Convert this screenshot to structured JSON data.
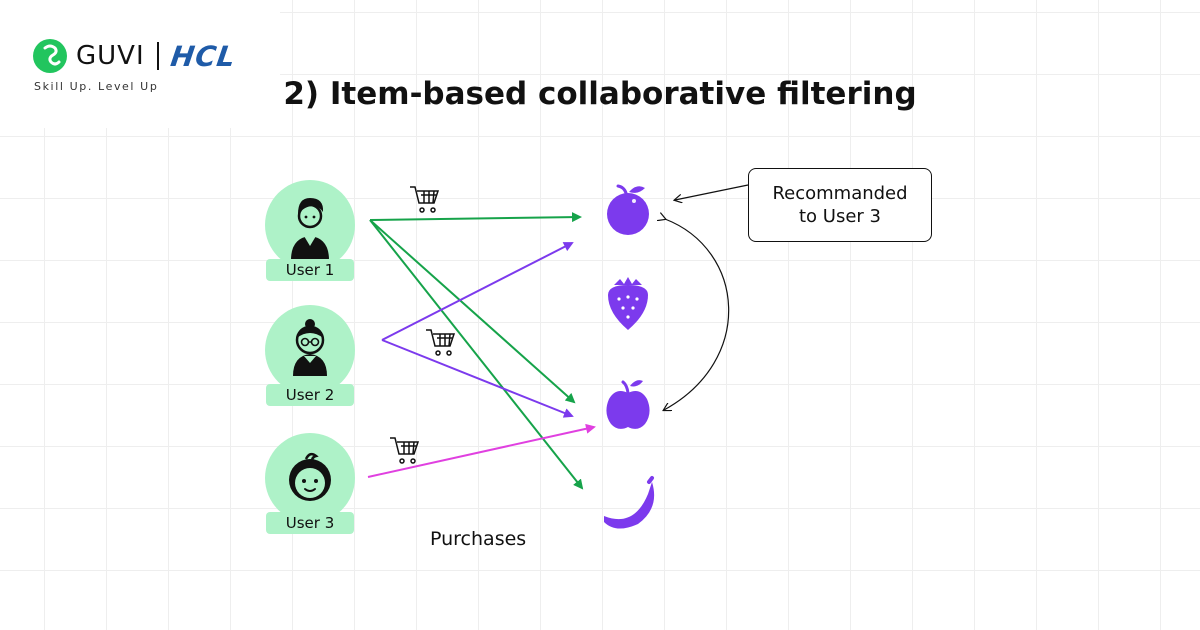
{
  "brand": {
    "name": "GUVI",
    "partner": "HCL",
    "tagline": "Skill Up. Level Up"
  },
  "title": "2) Item-based collaborative filtering",
  "users": [
    {
      "label": "User 1",
      "icon": "man-icon"
    },
    {
      "label": "User 2",
      "icon": "old-woman-icon"
    },
    {
      "label": "User 3",
      "icon": "baby-icon"
    }
  ],
  "items": [
    {
      "icon": "orange-icon"
    },
    {
      "icon": "strawberry-icon"
    },
    {
      "icon": "apple-icon"
    },
    {
      "icon": "banana-icon"
    }
  ],
  "purchases_label": "Purchases",
  "recommendation": {
    "line1": "Recommanded",
    "line2": "to User 3"
  },
  "edges": [
    {
      "from": "User 1",
      "to": "orange",
      "color": "#16a34a"
    },
    {
      "from": "User 1",
      "to": "apple",
      "color": "#16a34a"
    },
    {
      "from": "User 1",
      "to": "banana",
      "color": "#16a34a"
    },
    {
      "from": "User 2",
      "to": "orange",
      "color": "#7c3aed"
    },
    {
      "from": "User 2",
      "to": "apple",
      "color": "#7c3aed"
    },
    {
      "from": "User 3",
      "to": "apple",
      "color": "#e040e0"
    }
  ],
  "colors": {
    "user_circle": "#aef2c8",
    "fruit": "#7c3aed",
    "user1_arrows": "#16a34a",
    "user2_arrows": "#7c3aed",
    "user3_arrows": "#e040e0",
    "hcl_blue": "#1f5ba8",
    "guvi_green": "#22c55e"
  }
}
